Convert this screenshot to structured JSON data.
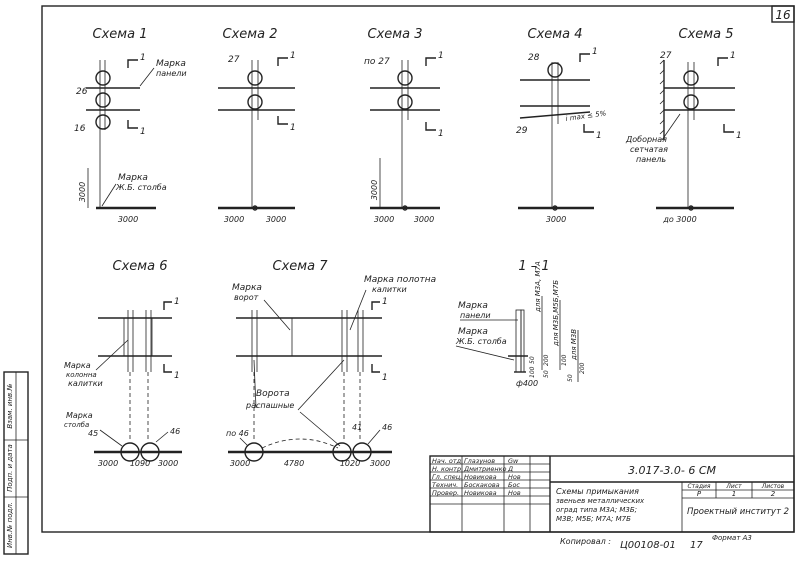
{
  "page_number": "16",
  "schemes": {
    "s1": {
      "title": "Схема 1",
      "labels": [
        "26",
        "16"
      ],
      "panel": [
        "Марка",
        "панели"
      ],
      "pole": [
        "Марка",
        "Ж.Б. столба"
      ],
      "sec": [
        "1",
        "1"
      ],
      "dims": [
        "3000",
        "3000"
      ]
    },
    "s2": {
      "title": "Схема 2",
      "labels": [
        "27"
      ],
      "sec": [
        "1",
        "1"
      ],
      "dims": [
        "3000",
        "3000"
      ]
    },
    "s3": {
      "title": "Схема 3",
      "labels": [
        "по 27"
      ],
      "sec": [
        "1",
        "1"
      ],
      "dims": [
        "3000",
        "3000",
        "3000"
      ]
    },
    "s4": {
      "title": "Схема 4",
      "labels": [
        "28",
        "29"
      ],
      "slope": "i max ≤ 5%",
      "sec": [
        "1",
        "1"
      ],
      "dims": [
        "3000"
      ]
    },
    "s5": {
      "title": "Схема 5",
      "labels": [
        "27"
      ],
      "extra": [
        "Доборная",
        "сетчатая",
        "панель"
      ],
      "sec": [
        "1",
        "1"
      ],
      "dims": [
        "до 3000"
      ]
    },
    "s6": {
      "title": "Схема 6",
      "gate_post": [
        "Марка",
        "колонна",
        "калитки"
      ],
      "post": [
        "Марка",
        "столба"
      ],
      "labels": [
        "45",
        "46"
      ],
      "sec": [
        "1",
        "1"
      ],
      "dims": [
        "3000",
        "1090",
        "3000"
      ]
    },
    "s7": {
      "title": "Схема 7",
      "gate": [
        "Марка",
        "ворот"
      ],
      "wicket": [
        "Марка полотна",
        "калитки"
      ],
      "gates_open": [
        "Ворота",
        "распашные"
      ],
      "labels": [
        "по 46",
        "41",
        "46"
      ],
      "sec": [
        "1",
        "1"
      ],
      "dims": [
        "3000",
        "4780",
        "1020",
        "3000"
      ]
    },
    "sec11": {
      "title": "1 – 1",
      "panel": [
        "Марка",
        "панели"
      ],
      "pole": [
        "Марка",
        "Ж.Б. столба"
      ],
      "vert": [
        "для М3А, М7А",
        "для М3Б,М5Б,М7Б",
        "для М3В"
      ],
      "dims": [
        "50",
        "100",
        "200",
        "50",
        "100",
        "50",
        "200"
      ],
      "dia": "ф400"
    }
  },
  "stamp_side": [
    "Инв.№ подл.",
    "Подп. и дата",
    "Взам. инв.№"
  ],
  "title_block": {
    "rows": [
      {
        "role": "Нач. отд.",
        "name": "Глазунов",
        "sign": "Gw"
      },
      {
        "role": "Н. контр.",
        "name": "Дмитриенко",
        "sign": "Д"
      },
      {
        "role": "Гл. спец.",
        "name": "Новикова",
        "sign": "Нов"
      },
      {
        "role": "Технич.",
        "name": "Боскакова",
        "sign": "Бос"
      },
      {
        "role": "Провер.",
        "name": "Новикова",
        "sign": "Нов"
      }
    ],
    "code": "3.017-3.0- 6 СМ",
    "desc": [
      "Схемы примыкания",
      "звеньев металлических",
      "оград типа М3А; М3Б;",
      "М3В; М5Б; М7А; М7Б"
    ],
    "stage_head": [
      "Стадия",
      "Лист",
      "Листов"
    ],
    "stage_vals": [
      "Р",
      "1",
      "2"
    ],
    "org": "Проектный институт 2"
  },
  "footer": {
    "copied": "Копировал :",
    "number": "Ц00108-01",
    "sheet": "17",
    "format": "Формат  А3"
  }
}
